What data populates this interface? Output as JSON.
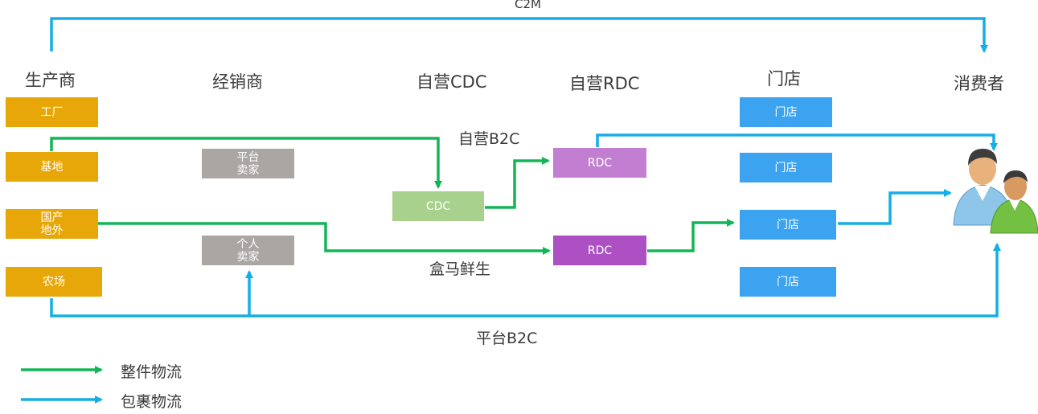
{
  "top_label": "C2M",
  "columns": {
    "producer": "生产商",
    "distributor": "经销商",
    "self_cdc": "自营CDC",
    "self_rdc": "自营RDC",
    "store": "门店",
    "consumer": "消费者"
  },
  "producers": {
    "factory": "工厂",
    "base": "基地",
    "domestic_foreign": "国产\n地外",
    "farm": "农场"
  },
  "distributors": {
    "platform_seller": "平台\n卖家",
    "individual_seller": "个人\n卖家"
  },
  "cdc": "CDC",
  "rdc_top": "RDC",
  "rdc_bottom": "RDC",
  "stores": [
    "门店",
    "门店",
    "门店",
    "门店"
  ],
  "flow_labels": {
    "self_b2c": "自营B2C",
    "hema": "盒马鲜生",
    "platform_b2c": "平台B2C"
  },
  "legend": {
    "whole": "整件物流",
    "parcel": "包裹物流"
  },
  "colors": {
    "green_flow": "#13b557",
    "blue_flow": "#15aee6",
    "orange": "#e8a708",
    "gray": "#aaa6a4",
    "light_green": "#a9d18e",
    "light_purple": "#c27fd1",
    "dark_purple": "#ad50c4",
    "store_blue": "#3ba3ef"
  },
  "icons": {
    "consumer": "two-people-icon"
  }
}
